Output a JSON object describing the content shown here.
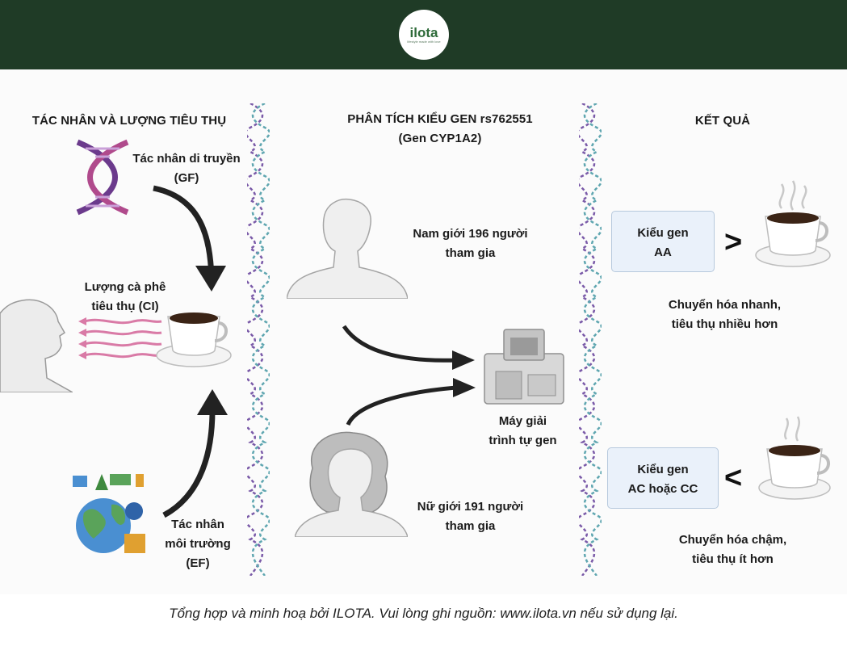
{
  "brand": {
    "logo_text": "ilota",
    "tagline": "lifestyle made with love"
  },
  "columns": {
    "left_title": "TÁC NHÂN VÀ LƯỢNG TIÊU THỤ",
    "middle_title_line1": "PHÂN TÍCH KIỂU GEN rs762551",
    "middle_title_line2": "(Gen CYP1A2)",
    "right_title": "KẾT QUẢ"
  },
  "left": {
    "gf_line1": "Tác nhân di truyền",
    "gf_line2": "(GF)",
    "ci_line1": "Lượng cà phê",
    "ci_line2": "tiêu thụ (CI)",
    "ef_line1": "Tác nhân",
    "ef_line2": "môi trường",
    "ef_line3": "(EF)"
  },
  "middle": {
    "male_line1": "Nam giới 196 người",
    "male_line2": "tham gia",
    "female_line1": "Nữ giới 191 người",
    "female_line2": "tham gia",
    "machine_line1": "Máy giải",
    "machine_line2": "trình tự gen"
  },
  "right": {
    "aa_line1": "Kiểu gen",
    "aa_line2": "AA",
    "aa_symbol": ">",
    "aa_result_line1": "Chuyển hóa nhanh,",
    "aa_result_line2": "tiêu thụ nhiều hơn",
    "cc_line1": "Kiểu gen",
    "cc_line2": "AC hoặc CC",
    "cc_symbol": "<",
    "cc_result_line1": "Chuyển hóa chậm,",
    "cc_result_line2": "tiêu thụ ít hơn"
  },
  "footer": "Tổng hợp và minh hoạ bởi ILOTA. Vui lòng ghi nguồn: www.ilota.vn nếu sử dụng lại.",
  "colors": {
    "header": "#1f3b26",
    "genotype_box": "#eaf1fa",
    "dna_strand_a": "#7a5aa8",
    "dna_strand_b": "#5fa6b0"
  }
}
